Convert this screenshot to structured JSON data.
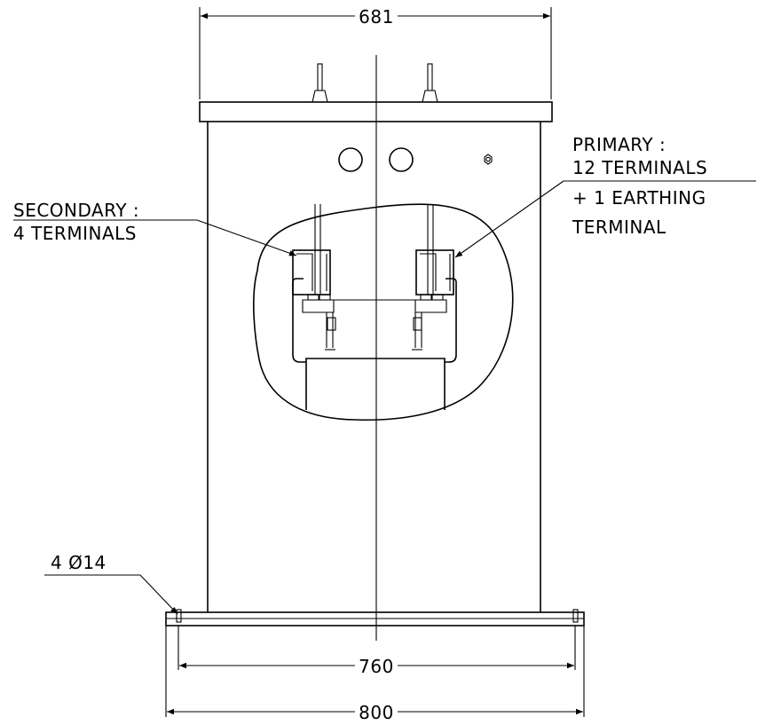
{
  "dimensions": {
    "top_width": "681",
    "hole_spacing": "760",
    "base_width": "800"
  },
  "callouts": {
    "secondary_line1": "SECONDARY :",
    "secondary_line2": "4 TERMINALS",
    "primary_line1": "PRIMARY :",
    "primary_line2": "12 TERMINALS",
    "primary_line3": "+ 1 EARTHING",
    "primary_line4": "TERMINAL",
    "holes": "4 Ø14"
  }
}
